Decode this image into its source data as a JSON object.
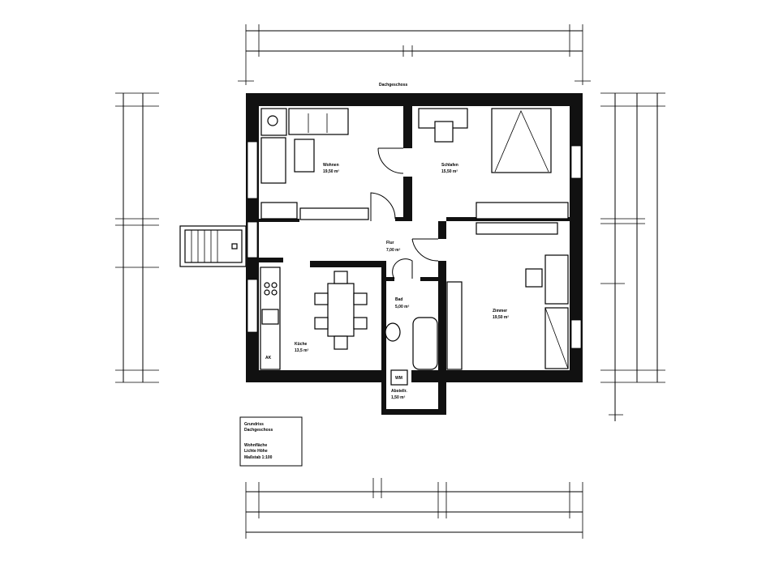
{
  "plan": {
    "title": "Dachgeschoss",
    "rooms": [
      {
        "name": "Wohnen",
        "area": "19,50 m²"
      },
      {
        "name": "Schlafen",
        "area": "15,50 m²"
      },
      {
        "name": "Flur",
        "area": "7,00 m²"
      },
      {
        "name": "Bad",
        "area": "5,00 m²"
      },
      {
        "name": "Küche",
        "area": "13,5 m²"
      },
      {
        "name": "Zimmer",
        "area": "19,50 m²"
      },
      {
        "name": "Abstellr.",
        "area": "1,50 m²"
      }
    ],
    "fixtures": {
      "washer": "WM",
      "fridge": "AK"
    },
    "legend": {
      "line1": "Grundriss",
      "line2": "Dachgeschoss",
      "line3": "Wohnfläche",
      "line4": "Lichte Höhe",
      "line5": "Maßstab 1:100"
    }
  }
}
